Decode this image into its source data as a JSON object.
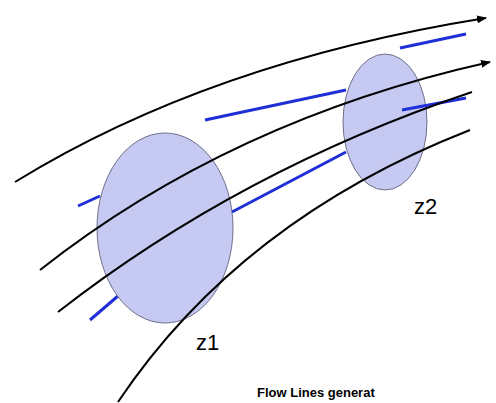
{
  "diagram": {
    "labels": [
      "z1",
      "z2",
      "Flow Lines generat"
    ]
  }
}
